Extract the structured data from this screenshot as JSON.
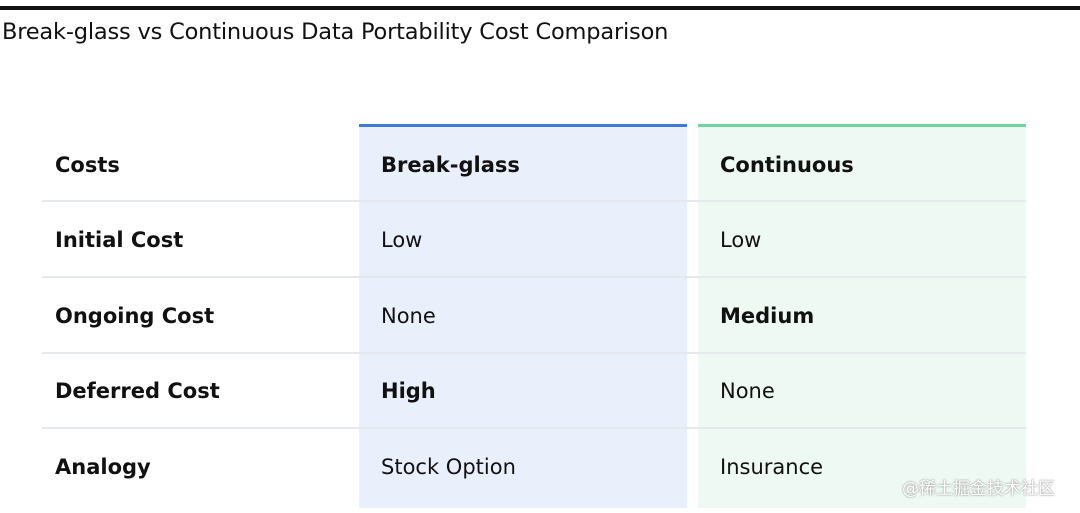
{
  "title": "Break-glass vs Continuous Data Portability Cost Comparison",
  "table": {
    "header": [
      "Costs",
      "Break-glass",
      "Continuous"
    ],
    "rows": [
      [
        "Initial Cost",
        "Low",
        "Low"
      ],
      [
        "Ongoing Cost",
        "None",
        "Medium"
      ],
      [
        "Deferred Cost",
        "High",
        "None"
      ],
      [
        "Analogy",
        "Stock Option",
        "Insurance"
      ]
    ],
    "emphasized_cells": [
      "Ongoing Cost / Continuous: Medium",
      "Deferred Cost / Break-glass: High"
    ]
  },
  "colors": {
    "break_glass_bg": "#eaf0fb",
    "break_glass_accent": "#3f7bd6",
    "continuous_bg": "#edf9f2",
    "continuous_accent": "#6fd3a2",
    "divider": "#e5e8ec",
    "text": "#111111"
  },
  "watermark": "@稀土掘金技术社区"
}
